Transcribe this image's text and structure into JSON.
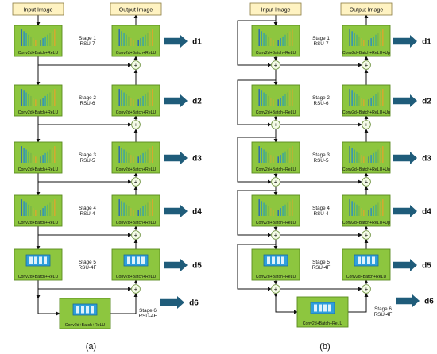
{
  "input_label": "Input Image",
  "output_label": "Output Image",
  "panels": [
    {
      "caption": "(a)",
      "stages": [
        {
          "line1": "Stage 1",
          "line2": "RSU-7",
          "encoder": "Conv2d+Batch+ReLU",
          "decoder": "Conv2d+Batch+ReLU",
          "output": "d1"
        },
        {
          "line1": "Stage 2",
          "line2": "RSU-6",
          "encoder": "Conv2d+Batch+ReLU",
          "decoder": "Conv2d+Batch+ReLU",
          "output": "d2"
        },
        {
          "line1": "Stage 3",
          "line2": "RSU-5",
          "encoder": "Conv2d+Batch+ReLU",
          "decoder": "Conv2d+Batch+ReLU",
          "output": "d3"
        },
        {
          "line1": "Stage 4",
          "line2": "RSU-4",
          "encoder": "Conv2d+Batch+ReLU",
          "decoder": "Conv2d+Batch+ReLU",
          "output": "d4"
        },
        {
          "line1": "Stage 5",
          "line2": "RSU-4F",
          "encoder": "Conv2d+Batch+ReLU",
          "decoder": "Conv2d+Batch+ReLU",
          "output": "d5"
        }
      ],
      "bottom": {
        "line1": "Stage 6",
        "line2": "RSU-4F",
        "block": "Conv2d+Batch+ReLU",
        "output": "d6"
      }
    },
    {
      "caption": "(b)",
      "stages": [
        {
          "line1": "Stage 1",
          "line2": "RSU-7",
          "encoder": "Conv2d+Batch+ReLU",
          "decoder": "Conv2d+Batch+ReLU+Up",
          "output": "d1"
        },
        {
          "line1": "Stage 2",
          "line2": "RSU-6",
          "encoder": "Conv2d+Batch+ReLU",
          "decoder": "Conv2d+Batch+ReLU+Up",
          "output": "d2"
        },
        {
          "line1": "Stage 3",
          "line2": "RSU-5",
          "encoder": "Conv2d+Batch+ReLU",
          "decoder": "Conv2d+Batch+ReLU+Up",
          "output": "d3"
        },
        {
          "line1": "Stage 4",
          "line2": "RSU-4",
          "encoder": "Conv2d+Batch+ReLU",
          "decoder": "Conv2d+Batch+ReLU+Up",
          "output": "d4"
        },
        {
          "line1": "Stage 5",
          "line2": "RSU-4F",
          "encoder": "Conv2d+Batch+ReLU",
          "decoder": "Conv2d+Batch+ReLU",
          "output": "d5"
        }
      ],
      "bottom": {
        "line1": "Stage 6",
        "line2": "RSU-4F",
        "block": "Conv2d+Batch+ReLU",
        "output": "d6"
      }
    }
  ],
  "plus_symbol": "+",
  "colors": {
    "block_fill": "#8dc63f",
    "block_stroke": "#5a8a1e",
    "io_fill": "#fff3c2",
    "io_stroke": "#8a7a40",
    "arrow_out": "#1f5c7a",
    "line": "#111111",
    "plus_fill": "#f4fbe6",
    "plus_stroke": "#6a8f3a",
    "bars": [
      "#2a6bb3",
      "#2f8fc0",
      "#3aa4a4",
      "#4fb07a",
      "#7ab648",
      "#b2b83a",
      "#d7a830"
    ],
    "rsu4f_fill": "#2f9fdc",
    "rsu4f_cell": "#dff2fb"
  }
}
